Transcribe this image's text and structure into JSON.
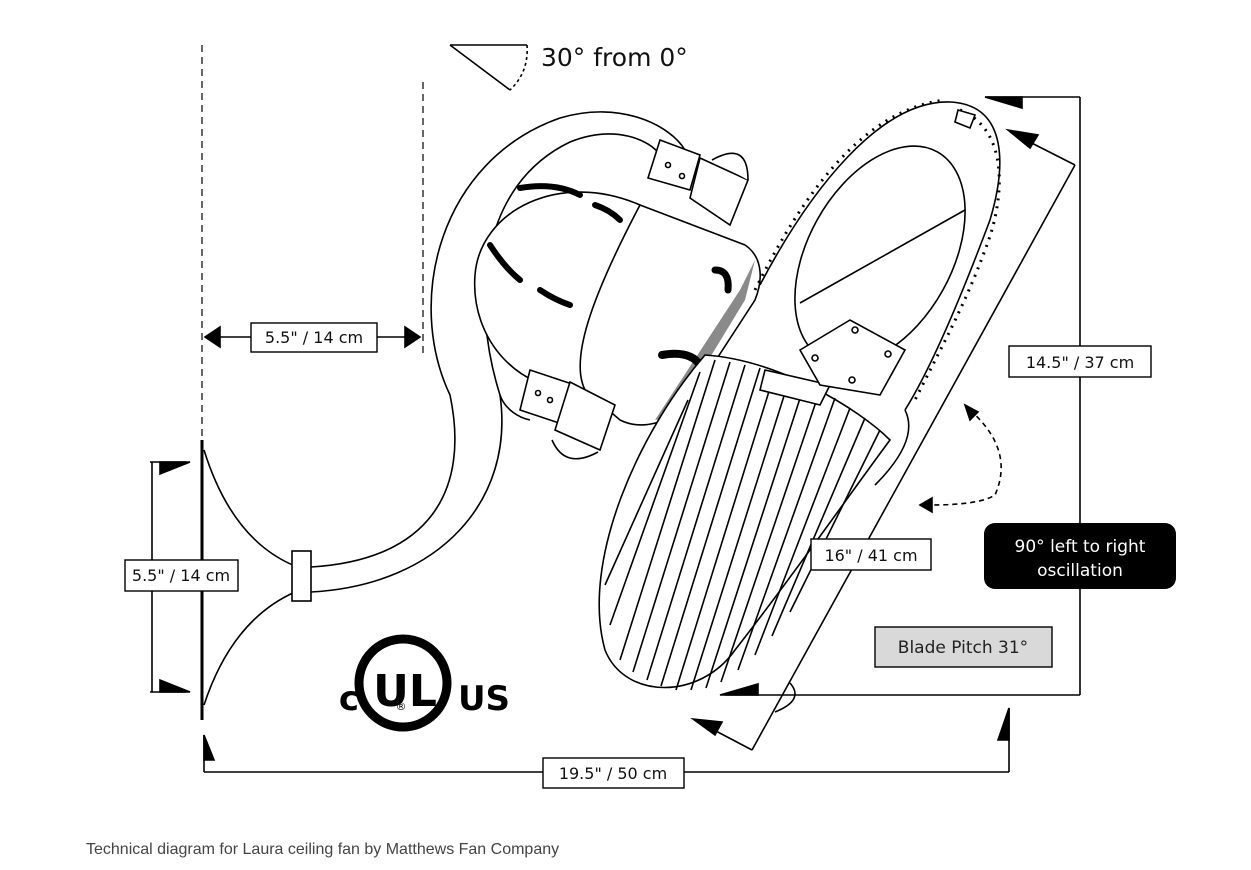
{
  "diagram": {
    "tilt_label": "30° from 0°",
    "mount_width_label": "5.5\" / 14 cm",
    "mount_height_label": "5.5\" / 14 cm",
    "blade_diameter_label": "14.5\" / 37 cm",
    "head_length_label": "16\" / 41 cm",
    "overall_width_label": "19.5\" / 50 cm",
    "oscillation_label_line1": "90° left to right",
    "oscillation_label_line2": "oscillation",
    "blade_pitch_label": "Blade Pitch 31°",
    "ul_mark": {
      "left": "c",
      "center": "UL",
      "right": "US",
      "registered": "®"
    }
  },
  "caption": "Technical diagram for Laura ceiling fan by Matthews Fan Company",
  "colors": {
    "line": "#000000",
    "blade_pitch_box": "#d9d9d9",
    "oscillation_box": "#000000",
    "caption_text": "#444444"
  }
}
